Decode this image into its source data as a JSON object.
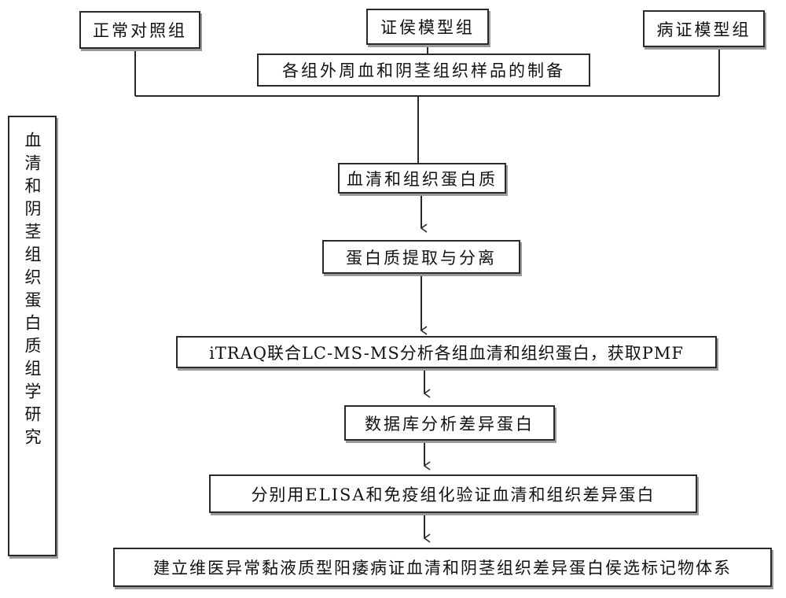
{
  "groups": {
    "normal": "正常对照组",
    "syndrome_model": "证侯模型组",
    "disease_syndrome_model": "病证模型组"
  },
  "side_label": "血清和阴茎组织蛋白质组学研究",
  "steps": {
    "sample_prep": "各组外周血和阴茎组织样品的制备",
    "proteins": "血清和组织蛋白质",
    "extraction": "蛋白质提取与分离",
    "itraq": "iTRAQ联合LC-MS-MS分析各组血清和组织蛋白，获取PMF",
    "database": "数据库分析差异蛋白",
    "validation": "分别用ELISA和免疫组化验证血清和组织差异蛋白",
    "final": "建立维医异常黏液质型阳痿病证血清和阴茎组织差异蛋白侯选标记物体系"
  }
}
